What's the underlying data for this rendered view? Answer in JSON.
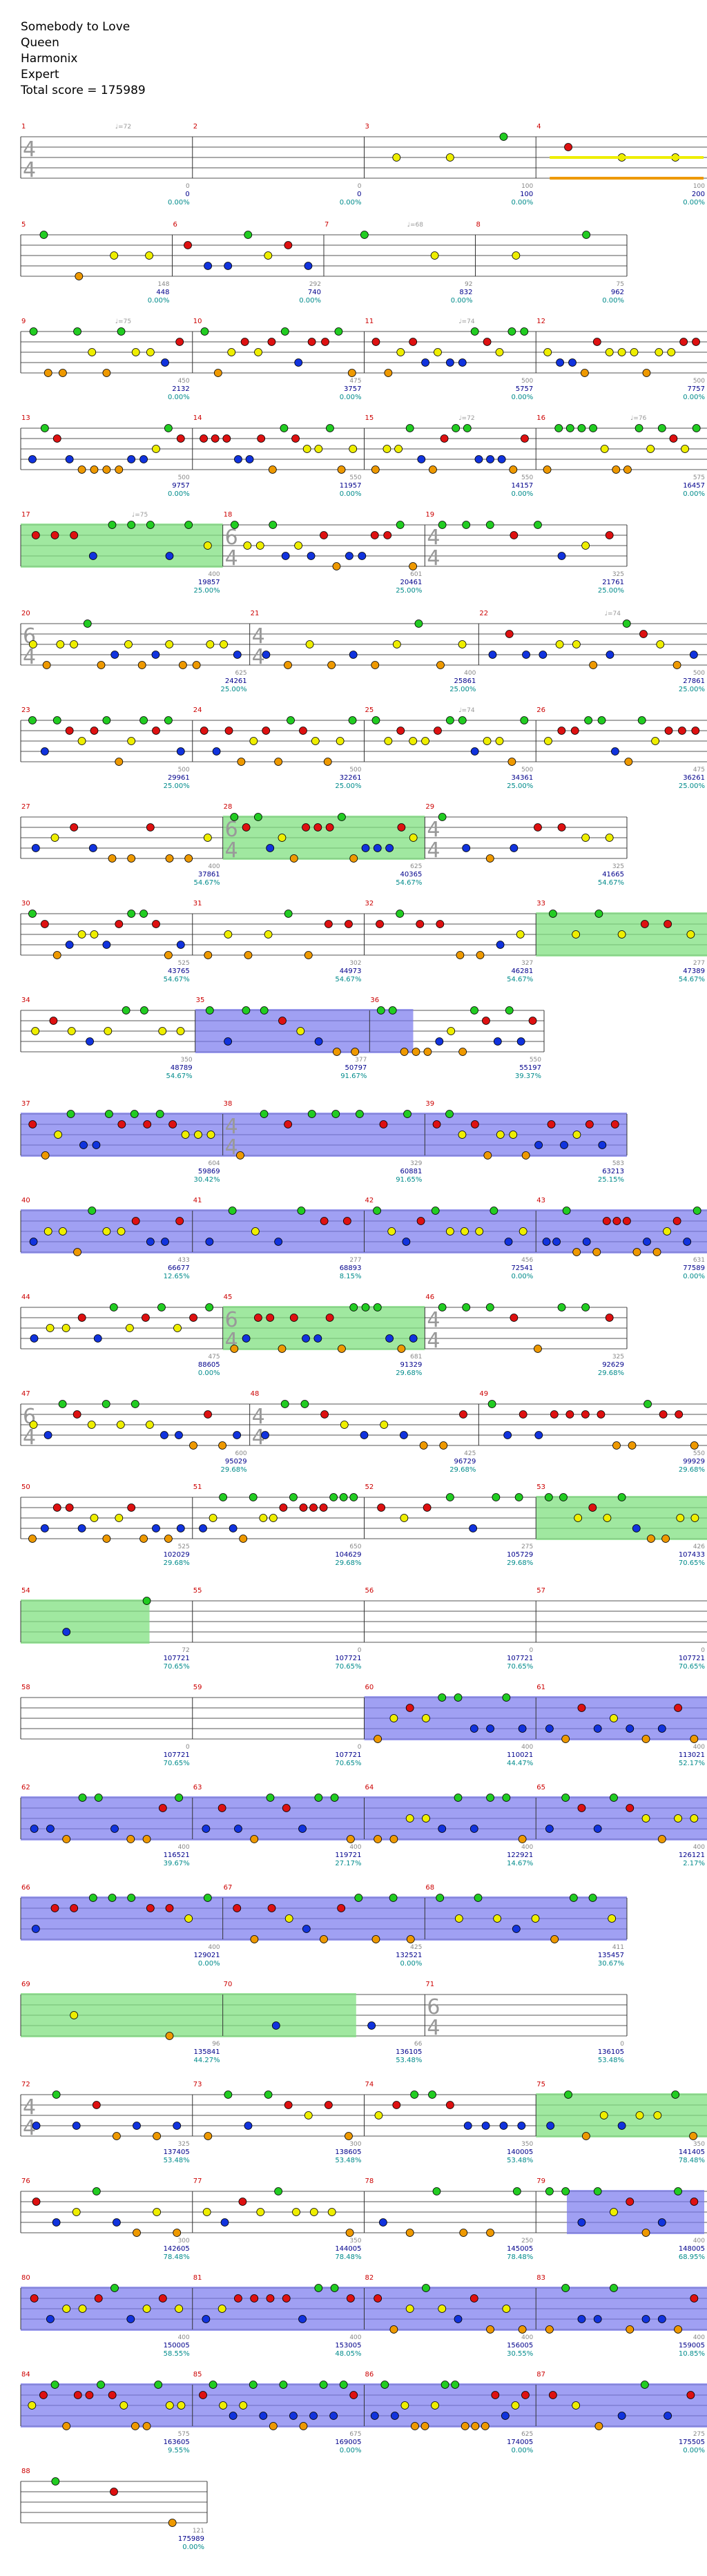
{
  "header": {
    "song": "Somebody to Love",
    "artist": "Queen",
    "game": "Harmonix",
    "difficulty": "Expert",
    "total_score": "Total score = 175989"
  },
  "colors": {
    "green": "#22cc22",
    "red": "#dd1111",
    "yellow": "#eeee00",
    "blue": "#1133dd",
    "orange": "#ee9900",
    "overdrive": "#80e080",
    "solo": "#7777ee"
  },
  "rows": [
    {
      "measures": [
        {
          "n": "1",
          "ts": "4/4",
          "tempo": "♩=72",
          "score": "0",
          "pct": "0.00%",
          "ns": "0"
        },
        {
          "n": "2",
          "score": "0",
          "pct": "0.00%",
          "ns": "0"
        },
        {
          "n": "3",
          "score": "100",
          "pct": "0.00%",
          "ns": "100"
        },
        {
          "n": "4",
          "score": "200",
          "pct": "0.00%",
          "ns": "100"
        }
      ],
      "sustain": "yellow-orange"
    },
    {
      "measures": [
        {
          "n": "5",
          "score": "448",
          "pct": "0.00%",
          "ns": "148"
        },
        {
          "n": "6",
          "score": "740",
          "pct": "0.00%",
          "ns": "292"
        },
        {
          "n": "7",
          "tempo": "♩=68",
          "score": "832",
          "pct": "0.00%",
          "ns": "92"
        },
        {
          "n": "8",
          "score": "962",
          "pct": "0.00%",
          "ns": "75"
        }
      ],
      "width": "short"
    },
    {
      "measures": [
        {
          "n": "9",
          "tempo": "♩=75",
          "score": "2132",
          "pct": "0.00%",
          "ns": "450"
        },
        {
          "n": "10",
          "score": "3757",
          "pct": "0.00%",
          "ns": "475"
        },
        {
          "n": "11",
          "tempo": "♩=74",
          "score": "5757",
          "pct": "0.00%",
          "ns": "500"
        },
        {
          "n": "12",
          "score": "7757",
          "pct": "0.00%",
          "ns": "500"
        }
      ]
    },
    {
      "measures": [
        {
          "n": "13",
          "score": "9757",
          "pct": "0.00%",
          "ns": "500"
        },
        {
          "n": "14",
          "score": "11957",
          "pct": "0.00%",
          "ns": "550"
        },
        {
          "n": "15",
          "tempo": "♩=72",
          "score": "14157",
          "pct": "0.00%",
          "ns": "550"
        },
        {
          "n": "16",
          "tempo": "♩=76",
          "score": "16457",
          "pct": "0.00%",
          "ns": "575"
        }
      ]
    },
    {
      "measures": [
        {
          "n": "17",
          "tempo": "♩=75",
          "score": "19857",
          "pct": "25.00%",
          "ns": "400"
        },
        {
          "n": "18",
          "ts": "6/4",
          "score": "20461",
          "pct": "25.00%",
          "ns": "601"
        },
        {
          "n": "19",
          "ts": "4/4",
          "score": "21761",
          "pct": "25.00%",
          "ns": "325"
        }
      ],
      "overdrive": "17",
      "width": "short"
    },
    {
      "measures": [
        {
          "n": "20",
          "ts": "6/4",
          "score": "24261",
          "pct": "25.00%",
          "ns": "625"
        },
        {
          "n": "21",
          "ts": "4/4",
          "score": "25861",
          "pct": "25.00%",
          "ns": "400"
        },
        {
          "n": "22",
          "tempo": "♩=74",
          "score": "27861",
          "pct": "25.00%",
          "ns": "500"
        }
      ]
    },
    {
      "measures": [
        {
          "n": "23",
          "score": "29961",
          "pct": "25.00%",
          "ns": "500"
        },
        {
          "n": "24",
          "score": "32261",
          "pct": "25.00%",
          "ns": "500"
        },
        {
          "n": "25",
          "tempo": "♩=74",
          "score": "34361",
          "pct": "25.00%",
          "ns": "500"
        },
        {
          "n": "26",
          "score": "36261",
          "pct": "25.00%",
          "ns": "475"
        }
      ]
    },
    {
      "measures": [
        {
          "n": "27",
          "score": "37861",
          "pct": "54.67%",
          "ns": "400"
        },
        {
          "n": "28",
          "ts": "6/4",
          "score": "40365",
          "pct": "54.67%",
          "ns": "625"
        },
        {
          "n": "29",
          "ts": "4/4",
          "score": "41665",
          "pct": "54.67%",
          "ns": "325"
        }
      ],
      "overdrive": "28",
      "width": "short"
    },
    {
      "measures": [
        {
          "n": "30",
          "score": "43765",
          "pct": "54.67%",
          "ns": "525"
        },
        {
          "n": "31",
          "score": "44973",
          "pct": "54.67%",
          "ns": "302"
        },
        {
          "n": "32",
          "score": "46281",
          "pct": "54.67%",
          "ns": "327"
        },
        {
          "n": "33",
          "score": "47389",
          "pct": "54.67%",
          "ns": "277"
        }
      ],
      "overdrive": "33"
    },
    {
      "measures": [
        {
          "n": "34",
          "score": "48789",
          "pct": "54.67%",
          "ns": "350"
        },
        {
          "n": "35",
          "score": "50797",
          "pct": "91.67%",
          "ns": "377"
        },
        {
          "n": "36",
          "score": "55197",
          "pct": "39.37%",
          "ns": "550"
        }
      ],
      "solo": "35",
      "width": "med"
    },
    {
      "measures": [
        {
          "n": "37",
          "score": "59869",
          "pct": "30.42%",
          "ns": "604"
        },
        {
          "n": "38",
          "ts": "4/4",
          "score": "60881",
          "pct": "91.65%",
          "ns": "329"
        },
        {
          "n": "39",
          "score": "63213",
          "pct": "25.15%",
          "ns": "583"
        }
      ],
      "solo": "37",
      "width": "short"
    },
    {
      "measures": [
        {
          "n": "40",
          "score": "66677",
          "pct": "12.65%",
          "ns": "433"
        },
        {
          "n": "41",
          "score": "68893",
          "pct": "8.15%",
          "ns": "277"
        },
        {
          "n": "42",
          "score": "72541",
          "pct": "0.00%",
          "ns": "456"
        },
        {
          "n": "43",
          "score": "77589",
          "pct": "0.00%",
          "ns": "631"
        }
      ],
      "solo": "40"
    },
    {
      "measures": [
        {
          "n": "44",
          "score": "88605",
          "pct": "0.00%",
          "ns": "475"
        },
        {
          "n": "45",
          "ts": "6/4",
          "score": "91329",
          "pct": "29.68%",
          "ns": "681"
        },
        {
          "n": "46",
          "ts": "4/4",
          "score": "92629",
          "pct": "29.68%",
          "ns": "325"
        }
      ],
      "overdrive": "45",
      "width": "short"
    },
    {
      "measures": [
        {
          "n": "47",
          "ts": "6/4",
          "score": "95029",
          "pct": "29.68%",
          "ns": "600"
        },
        {
          "n": "48",
          "ts": "4/4",
          "score": "96729",
          "pct": "29.68%",
          "ns": "425"
        },
        {
          "n": "49",
          "score": "99929",
          "pct": "29.68%",
          "ns": "550"
        }
      ]
    },
    {
      "measures": [
        {
          "n": "50",
          "score": "102029",
          "pct": "29.68%",
          "ns": "525"
        },
        {
          "n": "51",
          "score": "104629",
          "pct": "29.68%",
          "ns": "650"
        },
        {
          "n": "52",
          "score": "105729",
          "pct": "29.68%",
          "ns": "275"
        },
        {
          "n": "53",
          "score": "107433",
          "pct": "70.65%",
          "ns": "426"
        }
      ],
      "overdrive": "53"
    },
    {
      "measures": [
        {
          "n": "54",
          "score": "107721",
          "pct": "70.65%",
          "ns": "72"
        },
        {
          "n": "55",
          "score": "107721",
          "pct": "70.65%",
          "ns": "0"
        },
        {
          "n": "56",
          "score": "107721",
          "pct": "70.65%",
          "ns": "0"
        },
        {
          "n": "57",
          "score": "107721",
          "pct": "70.65%",
          "ns": "0"
        }
      ],
      "overdrive": "54"
    },
    {
      "measures": [
        {
          "n": "58",
          "score": "107721",
          "pct": "70.65%",
          "ns": "0"
        },
        {
          "n": "59",
          "score": "107721",
          "pct": "70.65%",
          "ns": "0"
        },
        {
          "n": "60",
          "score": "110021",
          "pct": "44.47%",
          "ns": "400"
        },
        {
          "n": "61",
          "score": "113021",
          "pct": "52.17%",
          "ns": "400"
        }
      ],
      "solo": "60"
    },
    {
      "measures": [
        {
          "n": "62",
          "score": "116521",
          "pct": "39.67%",
          "ns": "400"
        },
        {
          "n": "63",
          "score": "119721",
          "pct": "27.17%",
          "ns": "400"
        },
        {
          "n": "64",
          "score": "122921",
          "pct": "14.67%",
          "ns": "400"
        },
        {
          "n": "65",
          "score": "126121",
          "pct": "2.17%",
          "ns": "400"
        }
      ],
      "solo": "62"
    },
    {
      "measures": [
        {
          "n": "66",
          "score": "129021",
          "pct": "0.00%",
          "ns": "400"
        },
        {
          "n": "67",
          "score": "132521",
          "pct": "0.00%",
          "ns": "425"
        },
        {
          "n": "68",
          "score": "135457",
          "pct": "30.67%",
          "ns": "411"
        }
      ],
      "solo": "66",
      "width": "short"
    },
    {
      "measures": [
        {
          "n": "69",
          "score": "135841",
          "pct": "44.27%",
          "ns": "96"
        },
        {
          "n": "70",
          "score": "136105",
          "pct": "53.48%",
          "ns": "66"
        },
        {
          "n": "71",
          "ts": "6/4",
          "score": "136105",
          "pct": "53.48%",
          "ns": "0"
        }
      ],
      "overdrive": "69",
      "width": "short"
    },
    {
      "measures": [
        {
          "n": "72",
          "ts": "4/4",
          "score": "137405",
          "pct": "53.48%",
          "ns": "325"
        },
        {
          "n": "73",
          "score": "138605",
          "pct": "53.48%",
          "ns": "300"
        },
        {
          "n": "74",
          "score": "140005",
          "pct": "53.48%",
          "ns": "350"
        },
        {
          "n": "75",
          "score": "141405",
          "pct": "78.48%",
          "ns": "350"
        }
      ],
      "overdrive": "75"
    },
    {
      "measures": [
        {
          "n": "76",
          "score": "142605",
          "pct": "78.48%",
          "ns": "300"
        },
        {
          "n": "77",
          "score": "144005",
          "pct": "78.48%",
          "ns": "350"
        },
        {
          "n": "78",
          "score": "145005",
          "pct": "78.48%",
          "ns": "250"
        },
        {
          "n": "79",
          "score": "148005",
          "pct": "68.95%",
          "ns": "400"
        }
      ],
      "solo": "79"
    },
    {
      "measures": [
        {
          "n": "80",
          "score": "150005",
          "pct": "58.55%",
          "ns": "400"
        },
        {
          "n": "81",
          "score": "153005",
          "pct": "48.05%",
          "ns": "400"
        },
        {
          "n": "82",
          "score": "156005",
          "pct": "30.55%",
          "ns": "400"
        },
        {
          "n": "83",
          "score": "159005",
          "pct": "10.85%",
          "ns": "400"
        }
      ],
      "solo": "80"
    },
    {
      "measures": [
        {
          "n": "84",
          "score": "163605",
          "pct": "9.55%",
          "ns": "575"
        },
        {
          "n": "85",
          "score": "169005",
          "pct": "0.00%",
          "ns": "675"
        },
        {
          "n": "86",
          "score": "174005",
          "pct": "0.00%",
          "ns": "625"
        },
        {
          "n": "87",
          "score": "175505",
          "pct": "0.00%",
          "ns": "275"
        }
      ],
      "solo": "84"
    },
    {
      "measures": [
        {
          "n": "88",
          "score": "175989",
          "pct": "0.00%",
          "ns": "121"
        }
      ],
      "width": "tiny"
    }
  ]
}
